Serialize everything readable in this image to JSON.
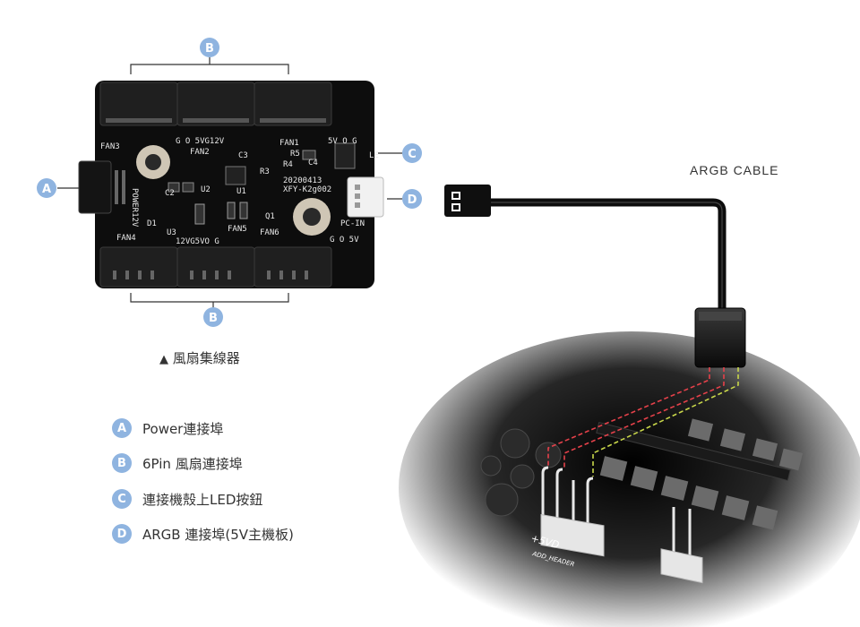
{
  "callouts": {
    "a": "A",
    "b": "B",
    "c": "C",
    "d": "D"
  },
  "caption": {
    "marker": "▲",
    "text": "風扇集線器"
  },
  "legend": [
    {
      "badge": "A",
      "text": "Power連接埠"
    },
    {
      "badge": "B",
      "text": "6Pin 風扇連接埠"
    },
    {
      "badge": "C",
      "text": "連接機殼上LED按鈕"
    },
    {
      "badge": "D",
      "text": "ARGB 連接埠(5V主機板)"
    }
  ],
  "cable_label": "ARGB CABLE",
  "pcb_silkscreen": {
    "fan1": "FAN1",
    "fan2": "FAN2",
    "fan3": "FAN3",
    "fan4": "FAN4",
    "fan5": "FAN5",
    "fan6": "FAN6",
    "top_pins": "G O 5VG12V",
    "bottom_pins": "12VG5VO G",
    "power": "POWER12V",
    "pc_in": "PC-IN",
    "right_pins": "G O 5V",
    "top_right": "5V O G",
    "model": "XFY-K2g002",
    "date": "20200413",
    "le": "LE",
    "u1": "U1",
    "u2": "U2",
    "u3": "U3",
    "c2": "C2",
    "c3": "C3",
    "c4": "C4",
    "r3": "R3",
    "r4": "R4",
    "r5": "R5",
    "d1": "D1",
    "q1": "Q1"
  },
  "motherboard": {
    "header_label": "+5VD",
    "header_sub": "ADD_HEADER"
  },
  "colors": {
    "badge": "#8fb4e0",
    "pcb": "#0d0d0d",
    "cable": "#111111",
    "wire_red": "#e5414a",
    "wire_yellow": "#c8d64a"
  }
}
